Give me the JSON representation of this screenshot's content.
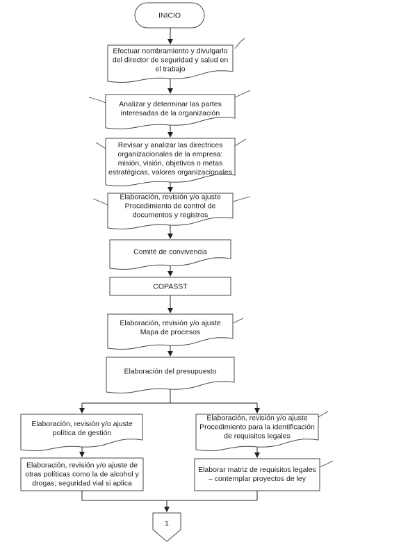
{
  "nodes": {
    "inicio": {
      "lines": [
        "INICIO"
      ]
    },
    "nombramiento": {
      "lines": [
        "Efectuar nombramiento y divulgarlo",
        "del director de seguridad y salud en",
        "el trabajo"
      ]
    },
    "partes": {
      "lines": [
        "Analizar y determinar las partes",
        "interesadas de la organización"
      ]
    },
    "directrices": {
      "lines": [
        "Revisar y analizar las directrices",
        "organizacionales de la empresa:",
        "misión, visión, objetivos o metas",
        "estratégicas, valores organizacionales"
      ]
    },
    "control_docs": {
      "lines": [
        "Elaboración, revisión y/o ajuste",
        "Procedimiento de control de",
        "documentos y registros"
      ]
    },
    "comite": {
      "lines": [
        "Comité de convivencia"
      ]
    },
    "copasst": {
      "lines": [
        "COPASST"
      ]
    },
    "mapa": {
      "lines": [
        "Elaboración, revisión y/o ajuste",
        "Mapa de procesos"
      ]
    },
    "presupuesto": {
      "lines": [
        "Elaboración del presupuesto"
      ]
    },
    "politica_gestion": {
      "lines": [
        "Elaboración, revisión y/o ajuste",
        "política de gestión"
      ]
    },
    "requisitos": {
      "lines": [
        "Elaboración, revisión y/o ajuste",
        "Procedimiento para la identificación",
        "de requisitos legales"
      ]
    },
    "otras_politicas": {
      "lines": [
        "Elaboración, revisión y/o ajuste de",
        "otras políticas como la de alcohol y",
        "drogas; seguridad vial si aplica"
      ]
    },
    "matriz": {
      "lines": [
        "Elaborar matriz de requisitos legales",
        "– contemplar proyectos de ley"
      ]
    },
    "conector": {
      "lines": [
        "1"
      ]
    }
  }
}
